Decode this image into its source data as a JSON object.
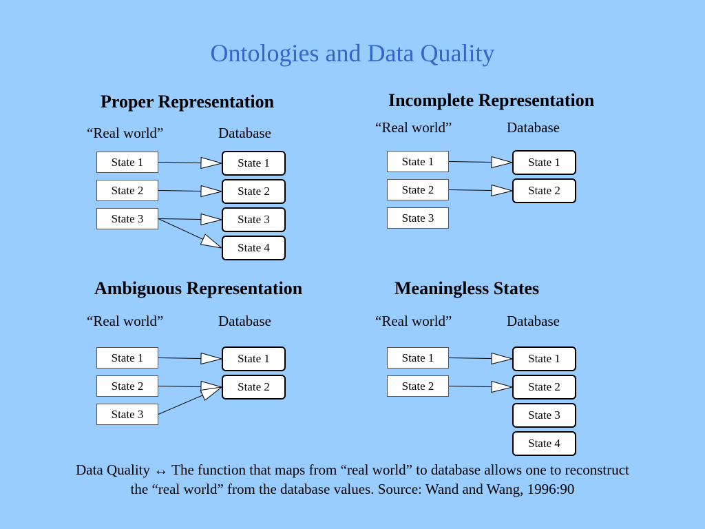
{
  "title": "Ontologies and Data Quality",
  "labels": {
    "real_world": "“Real world”",
    "database": "Database"
  },
  "panels": [
    {
      "heading": "Proper Representation",
      "real_world": [
        "State 1",
        "State 2",
        "State 3"
      ],
      "database": [
        "State 1",
        "State 2",
        "State 3",
        "State 4"
      ],
      "mappings": [
        [
          0,
          0
        ],
        [
          1,
          1
        ],
        [
          2,
          2
        ],
        [
          2,
          3
        ]
      ]
    },
    {
      "heading": "Incomplete Representation",
      "real_world": [
        "State 1",
        "State 2",
        "State 3"
      ],
      "database": [
        "State 1",
        "State 2"
      ],
      "mappings": [
        [
          0,
          0
        ],
        [
          1,
          1
        ]
      ]
    },
    {
      "heading": "Ambiguous Representation",
      "real_world": [
        "State 1",
        "State 2",
        "State 3"
      ],
      "database": [
        "State 1",
        "State 2"
      ],
      "mappings": [
        [
          0,
          0
        ],
        [
          1,
          1
        ],
        [
          2,
          1
        ]
      ]
    },
    {
      "heading": "Meaningless States",
      "real_world": [
        "State 1",
        "State 2"
      ],
      "database": [
        "State 1",
        "State 2",
        "State 3",
        "State 4"
      ],
      "mappings": [
        [
          0,
          0
        ],
        [
          1,
          1
        ]
      ]
    }
  ],
  "footer": {
    "line1": "Data Quality ↔ The function that maps from “real world” to database allows one to reconstruct",
    "line2": "the “real world” from the database values. Source: Wand and Wang, 1996:90"
  }
}
